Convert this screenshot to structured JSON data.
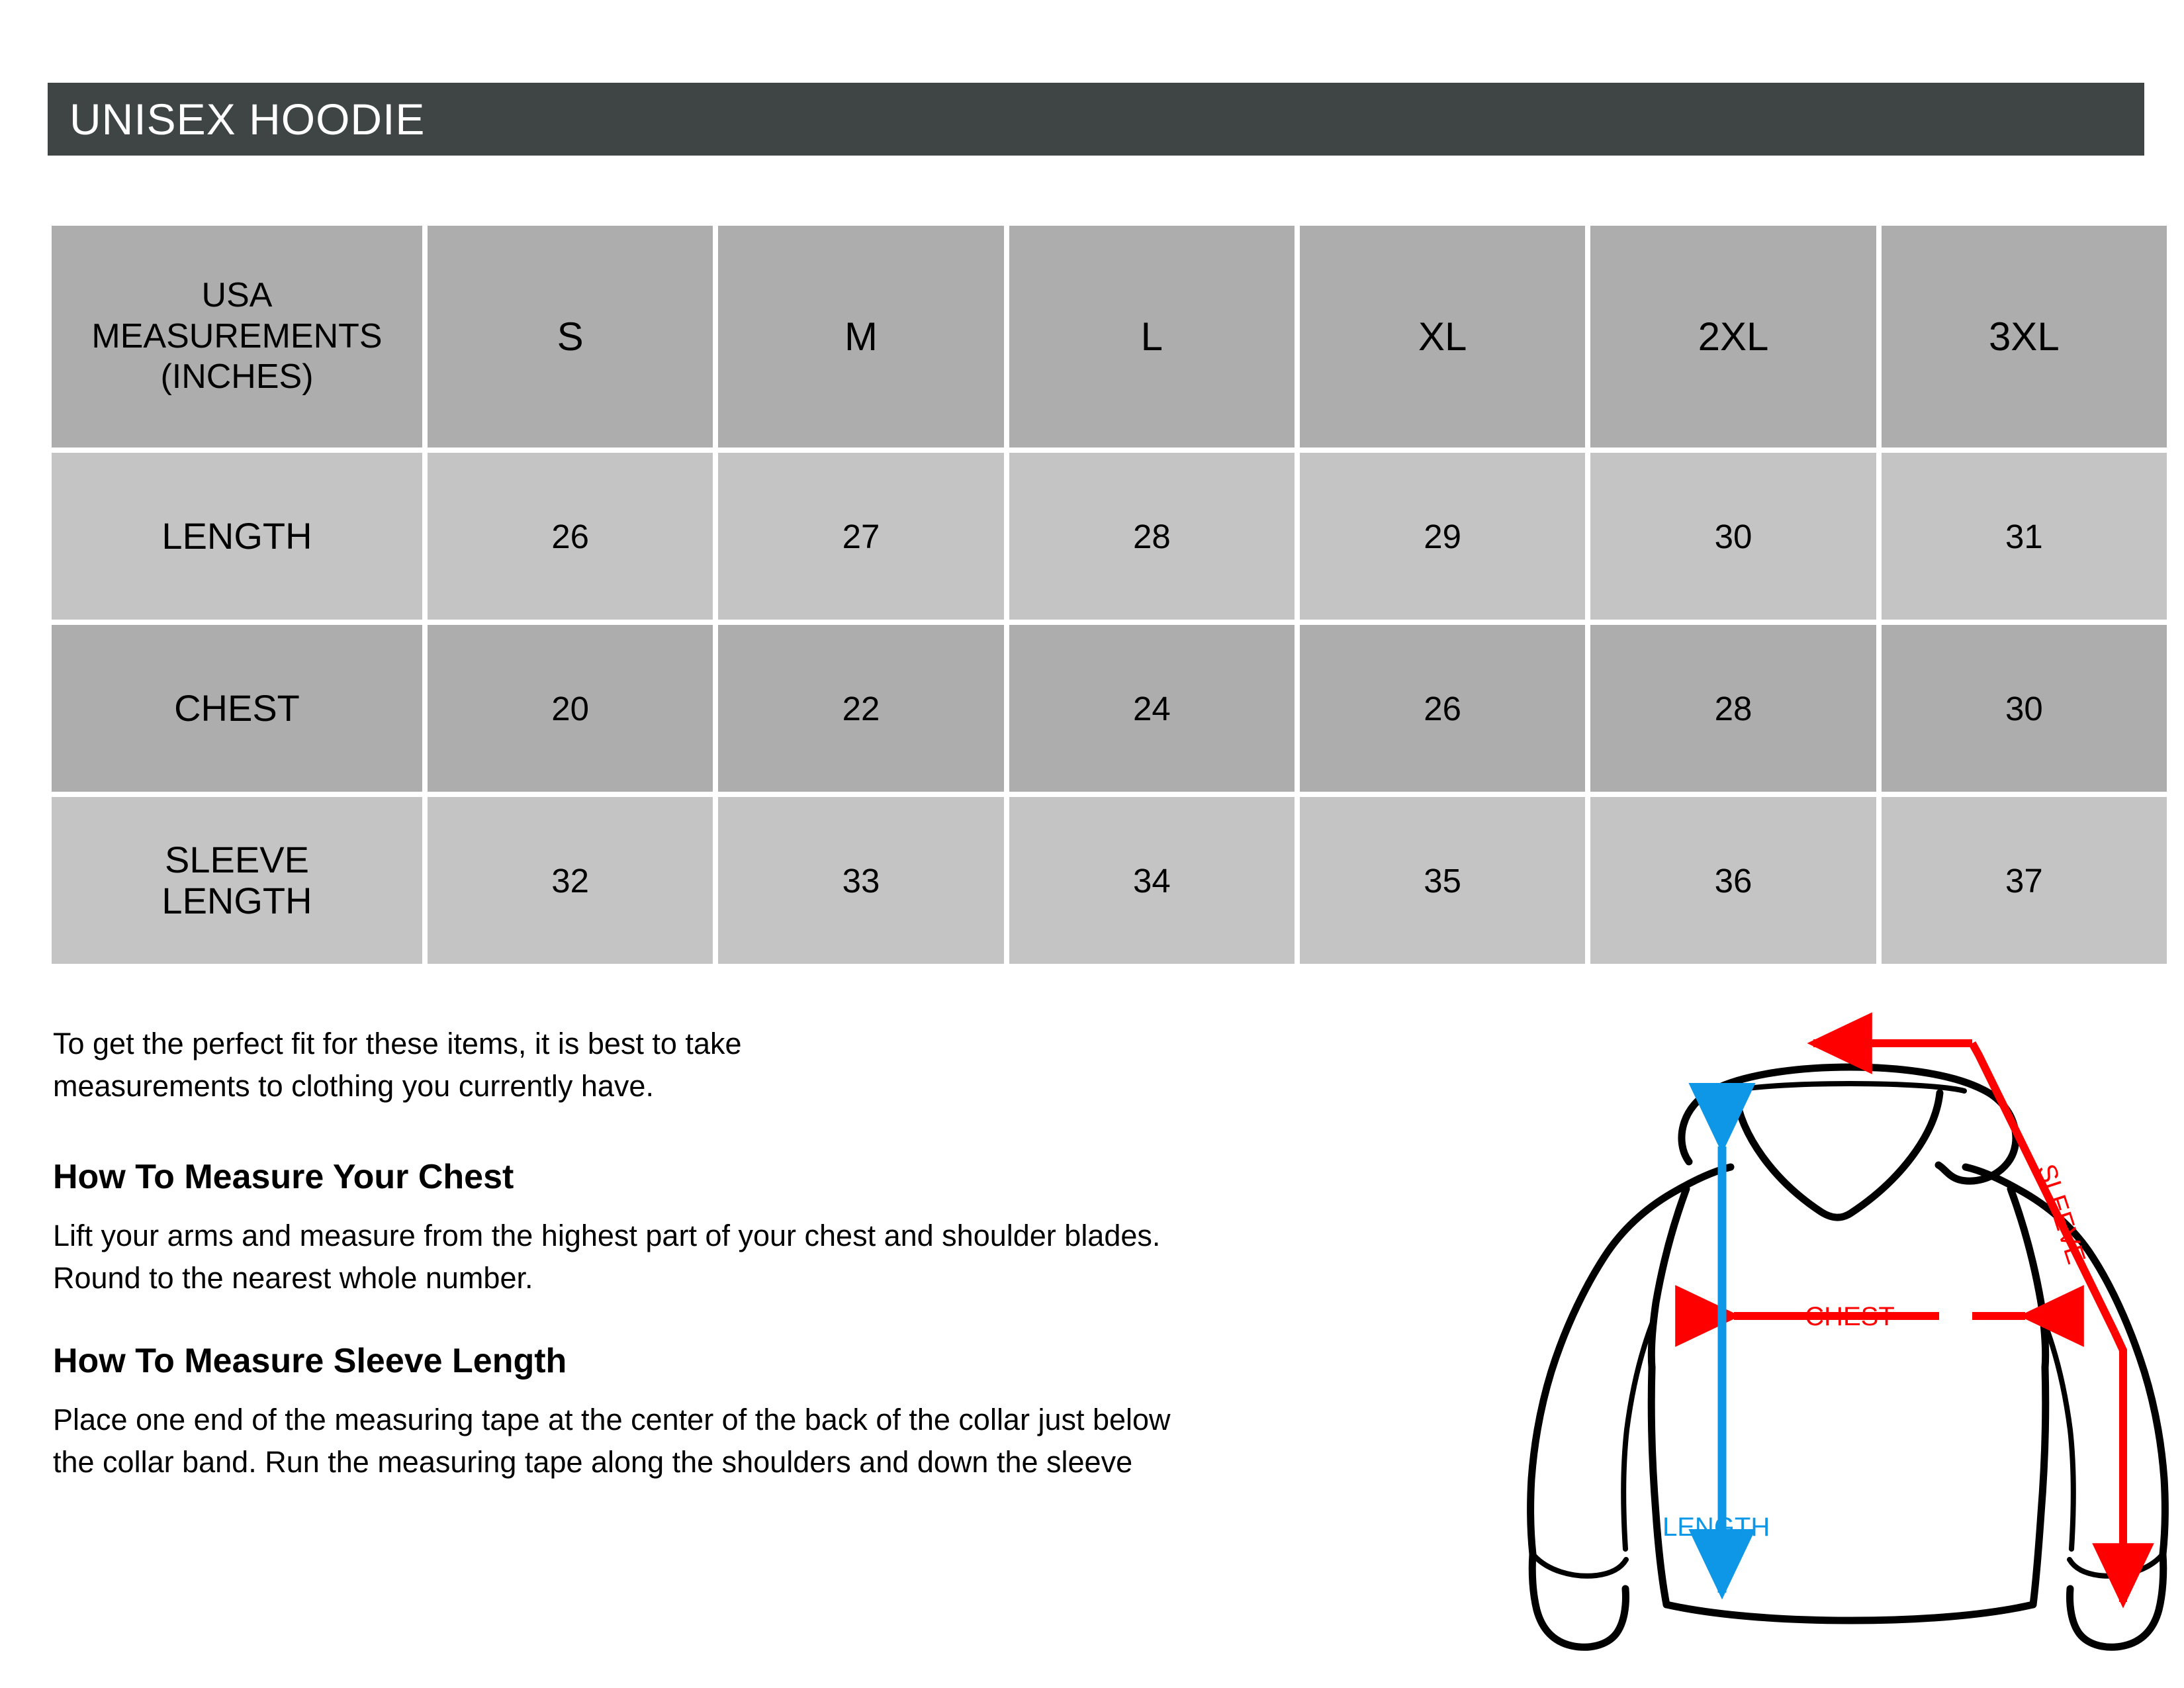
{
  "title": {
    "text": "UNISEX HOODIE"
  },
  "table": {
    "corner_label": "USA\nMEASUREMENTS\n(INCHES)",
    "sizes": [
      "S",
      "M",
      "L",
      "XL",
      "2XL",
      "3XL"
    ],
    "rows": [
      {
        "label": "LENGTH",
        "values": [
          "26",
          "27",
          "28",
          "29",
          "30",
          "31"
        ]
      },
      {
        "label": "CHEST",
        "values": [
          "20",
          "22",
          "24",
          "26",
          "28",
          "30"
        ]
      },
      {
        "label": "SLEEVE LENGTH",
        "values": [
          "32",
          "33",
          "34",
          "35",
          "36",
          "37"
        ]
      }
    ]
  },
  "copy": {
    "intro": "To get the perfect fit for these items, it is best to take\nmeasurements to clothing you currently have.",
    "chest_heading": "How To Measure Your Chest",
    "chest_body": "Lift your arms and measure from the highest part of your chest and shoulder blades.\nRound to the nearest whole number.",
    "sleeve_heading": "How To Measure Sleeve Length",
    "sleeve_body": "Place one end of the measuring tape at the center of the back of the collar just below\nthe collar band. Run the measuring tape along the shoulders and down the sleeve"
  },
  "diagram": {
    "label_chest": "CHEST",
    "label_length": "LENGTH",
    "label_sleeve": "SLEEVE"
  },
  "colors": {
    "title_bar": "#3F4545",
    "header_cell": "#ADADAD",
    "row_light": "#C4C4C4",
    "row_dark": "#ADADAD",
    "arrow_red": "#FF0000",
    "arrow_blue": "#0D97E6",
    "page_background": "#FFFFFF"
  }
}
